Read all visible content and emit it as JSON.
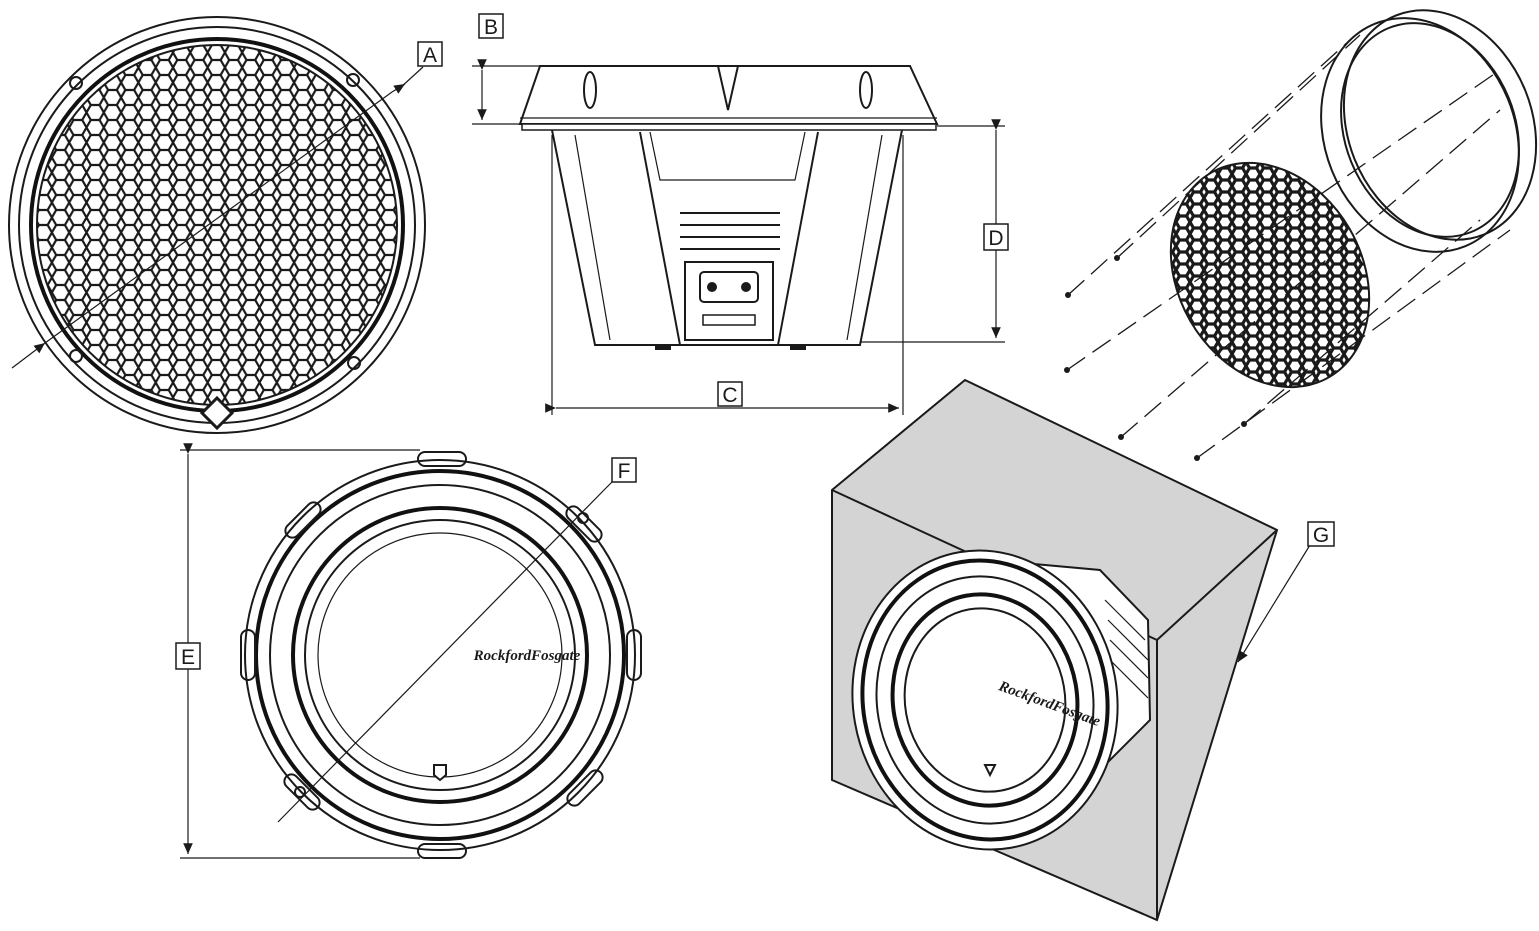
{
  "labels": {
    "A": "A",
    "B": "B",
    "C": "C",
    "D": "D",
    "E": "E",
    "F": "F",
    "G": "G"
  },
  "brand": {
    "front_logo": "RockfordFosgate",
    "box_logo": "RockfordFosgate"
  },
  "colors": {
    "line": "#1a1a1a",
    "enclosure_fill": "#d4d4d4",
    "background": "#ffffff"
  }
}
